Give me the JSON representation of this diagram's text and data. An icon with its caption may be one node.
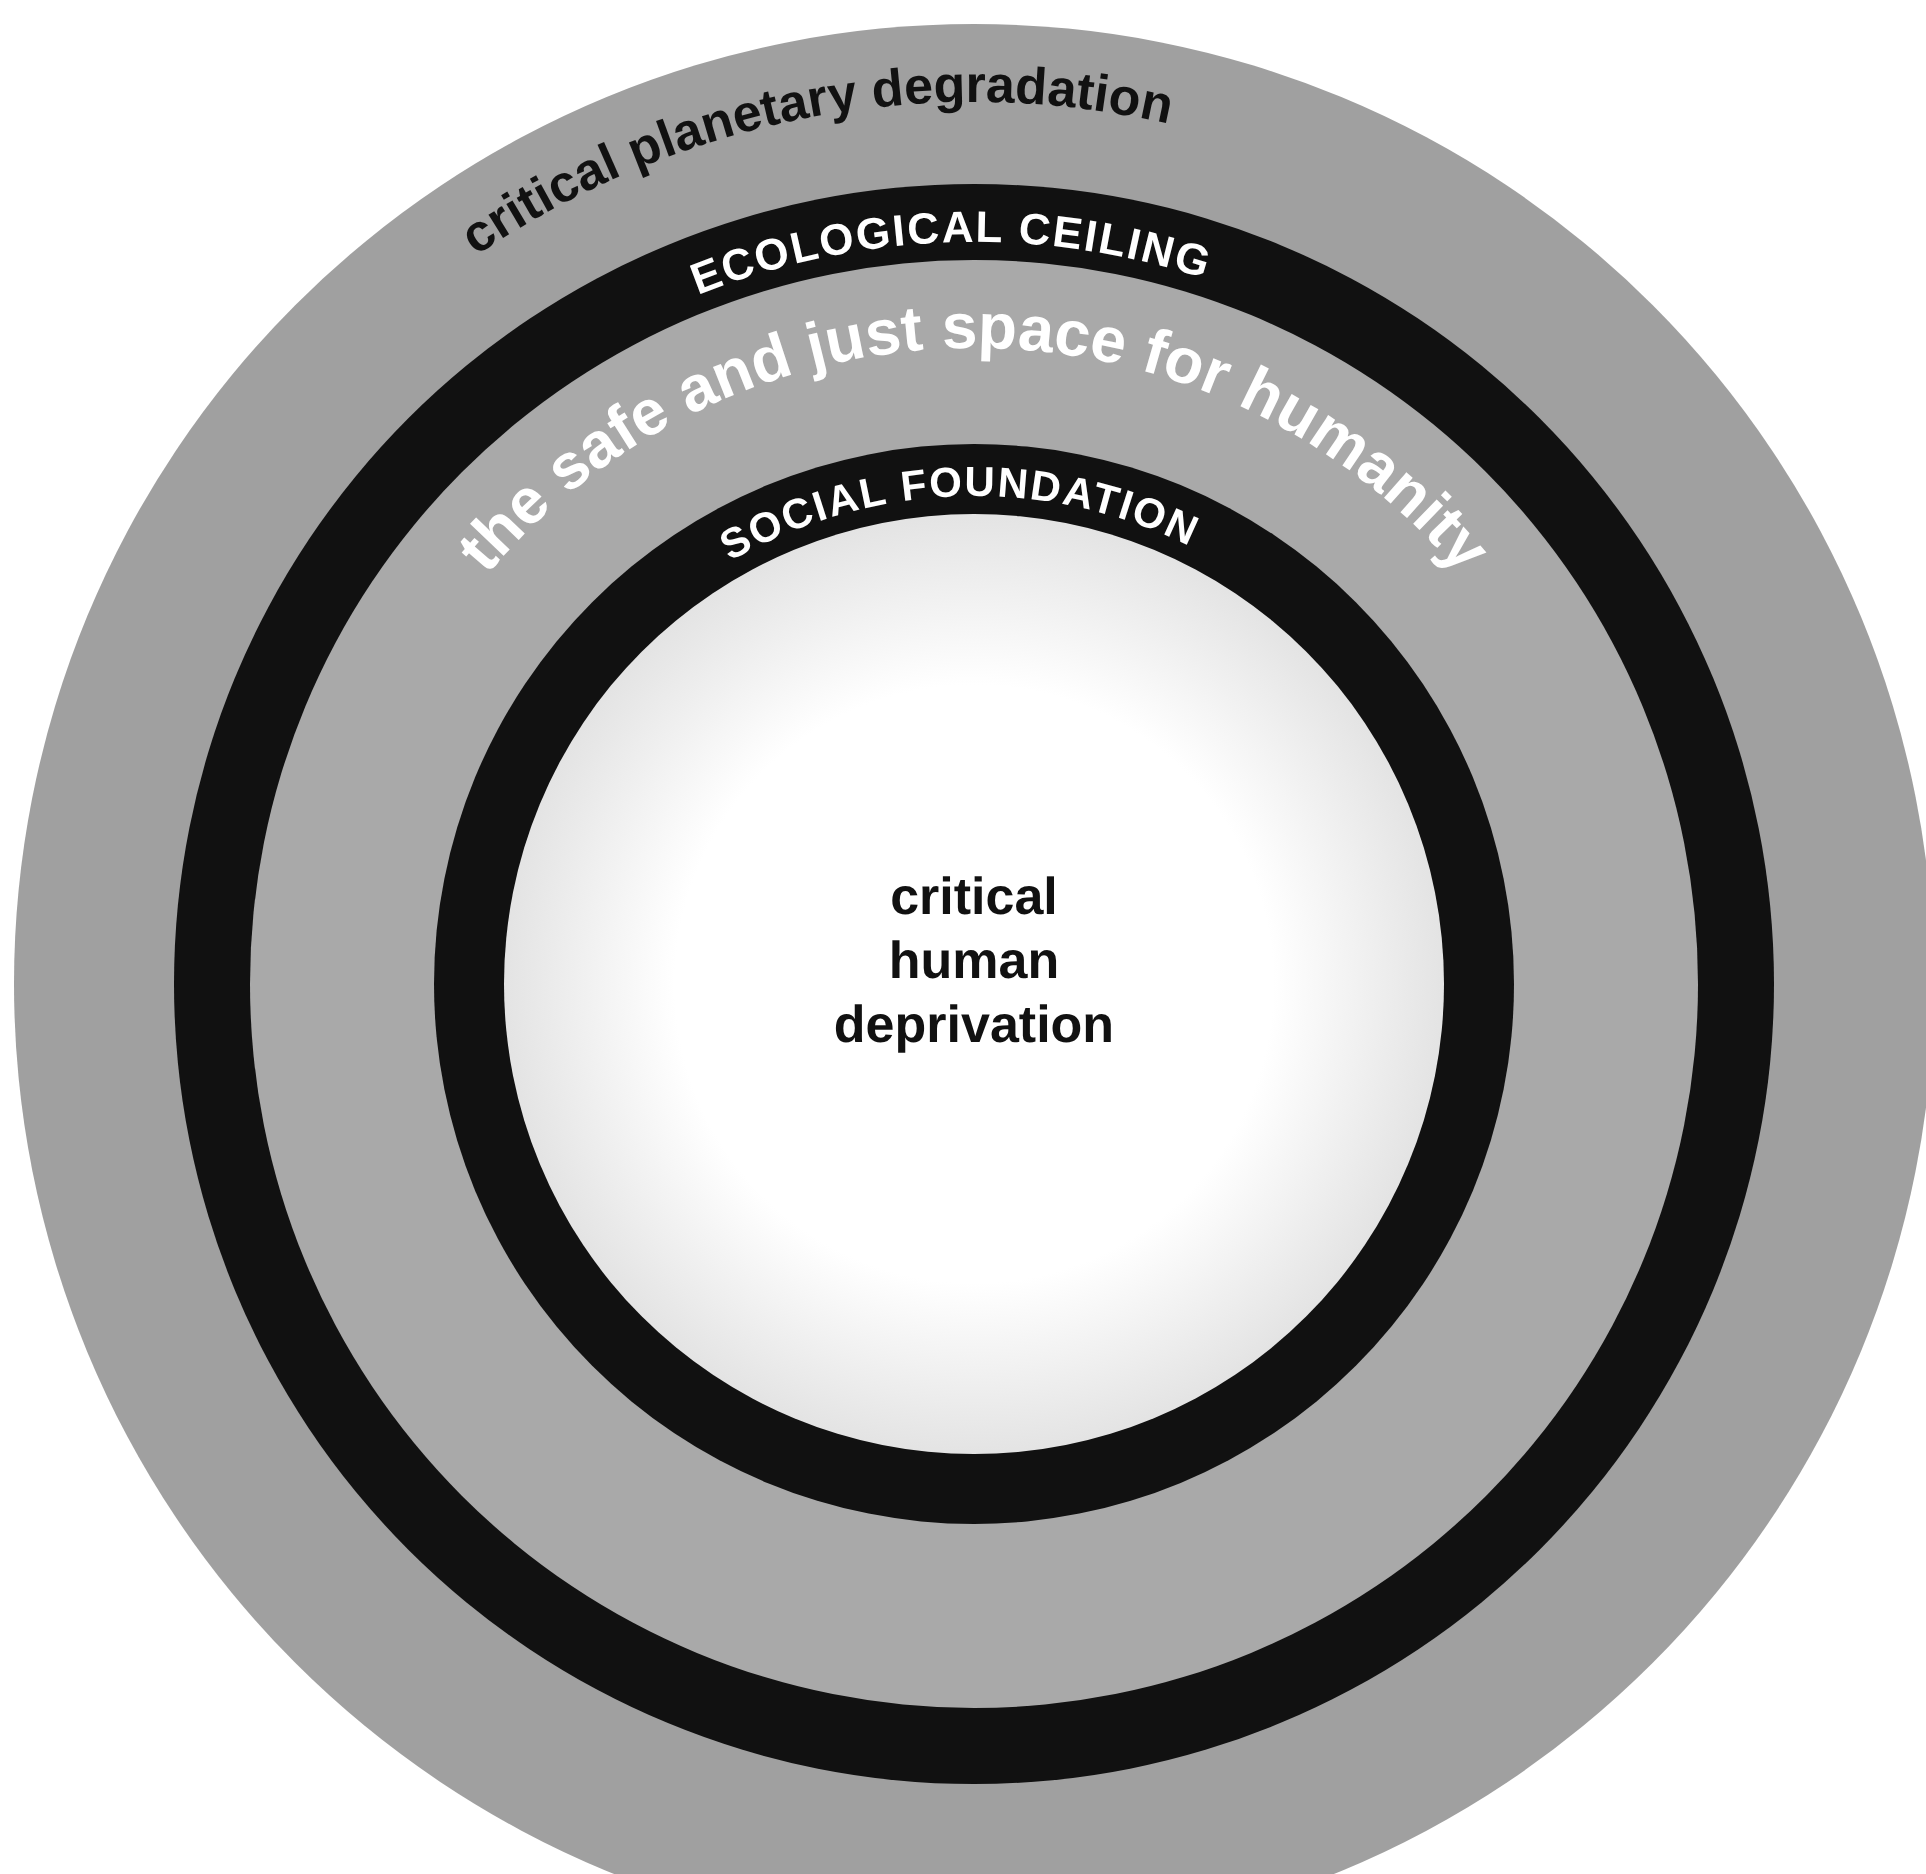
{
  "diagram": {
    "nodes": [
      {
        "text": [
          "ECOLOGICAL CEILING"
        ]
      },
      {
        "text": [
          "the safe and just space for humanity"
        ],
        "in": 0
      },
      {
        "text": [
          "SOCIAL FOUNDATION"
        ],
        "in": 1
      },
      {
        "text": [
          "critical human deprivation"
        ],
        "in": 2
      }
    ],
    "edges": [],
    "labels": [
      "critical planetary degradation"
    ]
  }
}
